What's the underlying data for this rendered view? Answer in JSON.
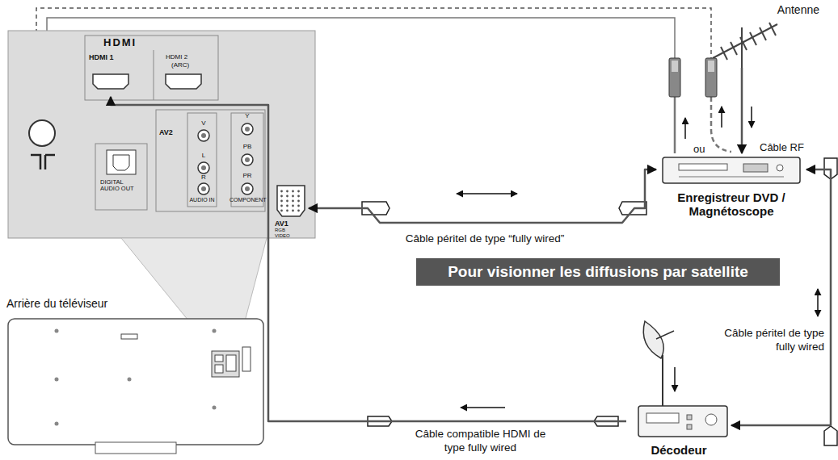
{
  "diagram": {
    "nodes": [
      {
        "text": [
          "Antenne"
        ]
      },
      {
        "text": [
          "HDMI 1"
        ]
      },
      {
        "text": [
          "AV1",
          "RGB",
          "VIDEO"
        ]
      },
      {
        "text": [
          "Enregistreur DVD / Magnétoscope"
        ]
      },
      {
        "text": [
          "Pour visionner les diffusions par satellite"
        ]
      },
      {
        "text": [
          "Arrière du téléviseur"
        ]
      },
      {
        "text": [
          "Décodeur"
        ]
      }
    ],
    "edges": [
      {
        "from": 0,
        "to": 3,
        "arrow": "to"
      },
      {
        "from": 2,
        "to": 3,
        "arrow": "both",
        "label": "Câble péritel de type “fully wired”"
      },
      {
        "from": 3,
        "to": 6,
        "arrow": "both",
        "label": "Câble péritel de type fully wired"
      },
      {
        "from": 6,
        "to": 1,
        "arrow": "to",
        "label": "Câble compatible HDMI de type fully wired"
      }
    ],
    "labels": [
      "HDMI",
      "HDMI 2",
      "(ARC)",
      "AV2",
      "V",
      "L",
      "R",
      "AUDIO IN",
      "Y",
      "PB",
      "PR",
      "COMPONENT",
      "DIGITAL AUDIO OUT",
      "ou",
      "Câble RF"
    ]
  }
}
